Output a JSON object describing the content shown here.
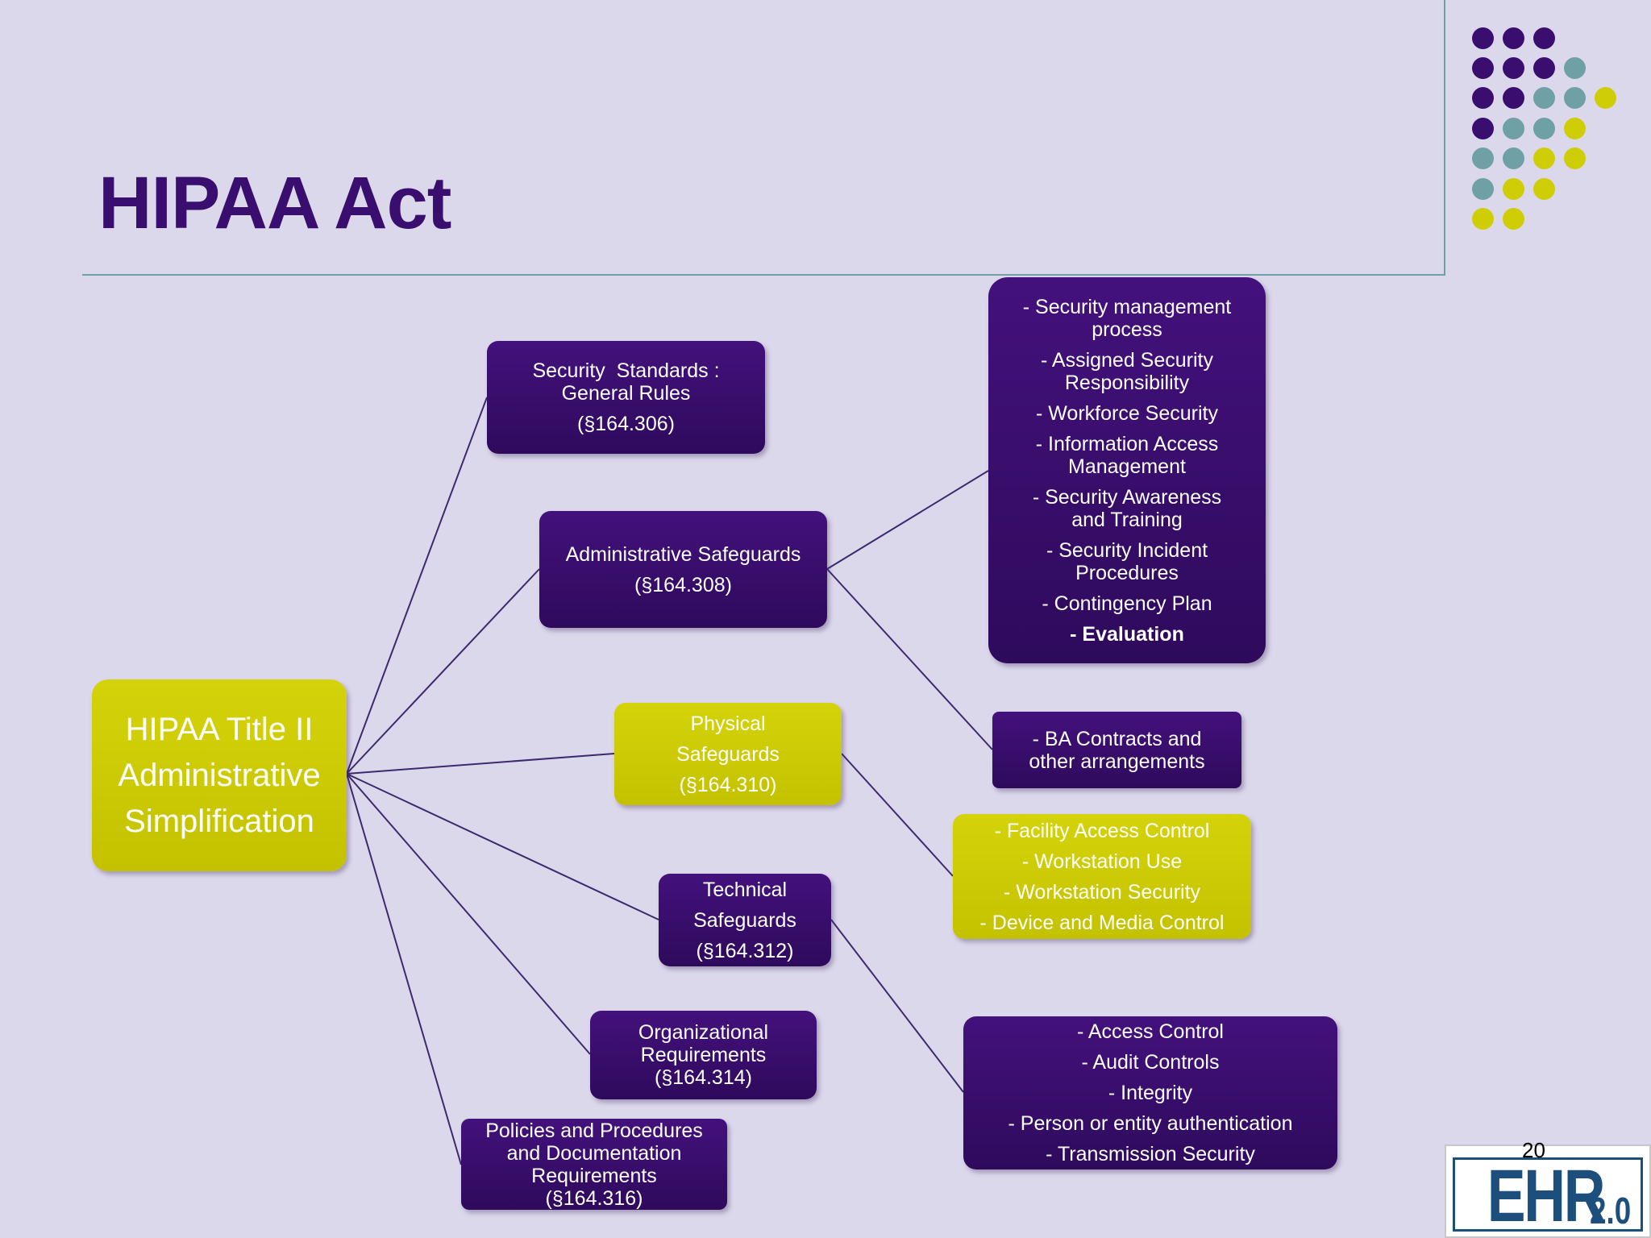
{
  "slide": {
    "title": "HIPAA Act",
    "page_number": "20",
    "logo": {
      "text": "EHR",
      "version": "2.0"
    },
    "colors": {
      "purple": "#3a0e6e",
      "yellow": "#cfcd05",
      "teal": "#6fa0a5",
      "background": "#dcd8ec"
    }
  },
  "diagram": {
    "root": {
      "lines": [
        "HIPAA Title II",
        "Administrative",
        "Simplification"
      ]
    },
    "general_rules": {
      "lines": [
        "Security  Standards :",
        "General Rules"
      ],
      "ref": "(§164.306)"
    },
    "administrative": {
      "lines": [
        "Administrative Safeguards"
      ],
      "ref": "(§164.308)"
    },
    "physical": {
      "lines": [
        "Physical",
        "Safeguards"
      ],
      "ref": "(§164.310)"
    },
    "technical": {
      "lines": [
        "Technical",
        "Safeguards"
      ],
      "ref": "(§164.312)"
    },
    "organizational": {
      "lines": [
        "Organizational",
        "Requirements",
        "(§164.314)"
      ]
    },
    "policies": {
      "lines": [
        "Policies and Procedures",
        "and Documentation",
        "Requirements",
        "(§164.316)"
      ]
    },
    "admin_details": [
      [
        "- Security management",
        "process"
      ],
      [
        "- Assigned Security",
        "Responsibility"
      ],
      [
        "- Workforce Security"
      ],
      [
        "- Information Access",
        "Management"
      ],
      [
        "- Security Awareness",
        "and Training"
      ],
      [
        "- Security Incident",
        "Procedures"
      ],
      [
        "- Contingency Plan"
      ],
      [
        "- Evaluation"
      ]
    ],
    "ba_contracts": [
      "- BA Contracts and",
      "other arrangements"
    ],
    "physical_details": [
      "- Facility Access Control",
      "- Workstation Use",
      "- Workstation Security",
      "- Device and Media Control"
    ],
    "technical_details": [
      "- Access Control",
      "- Audit Controls",
      "- Integrity",
      "- Person or entity authentication",
      "- Transmission Security"
    ]
  }
}
